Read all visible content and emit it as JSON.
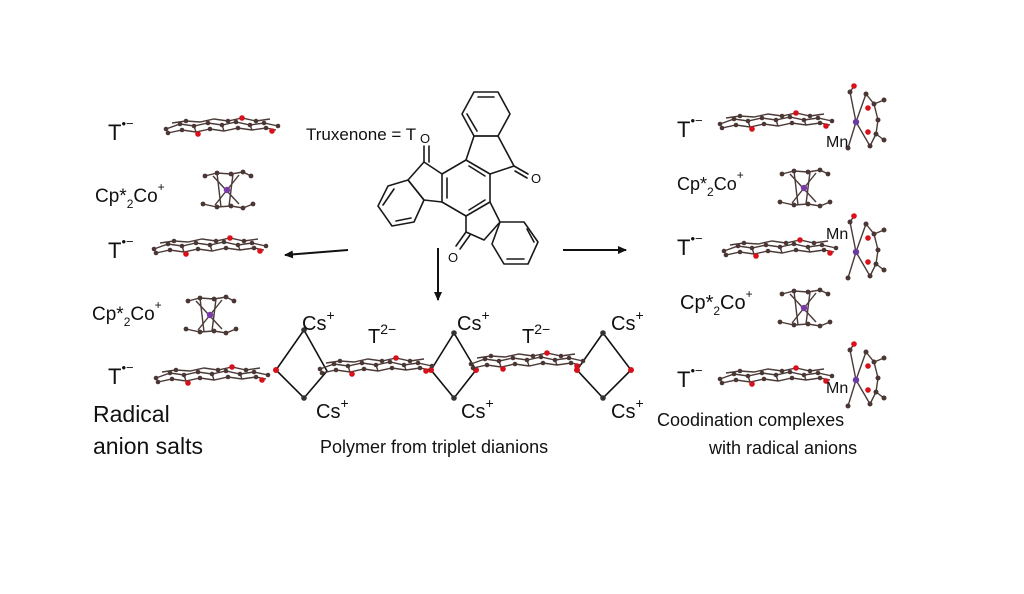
{
  "center": {
    "definition_name": "Truxenone",
    "definition_equals": " = ",
    "definition_symbol": "T",
    "polymer_caption": "Polymer from triplet dianions",
    "cs_label": "Cs",
    "cs_charge": "+",
    "dianion_label": "T",
    "dianion_charge": "2−",
    "oxygen_label": "O"
  },
  "left": {
    "radical_anion_label": "T",
    "radical_anion_charge": "•−",
    "cation_prefix": "Cp*",
    "cation_sub": "2",
    "cation_suffix": "Co",
    "cation_charge": "+",
    "caption_line1": "Radical",
    "caption_line2": "anion salts"
  },
  "right": {
    "radical_anion_label": "T",
    "radical_anion_charge": "•−",
    "metal_label": "Mn",
    "cation_prefix": "Cp*",
    "cation_sub": "2",
    "cation_suffix": "Co",
    "cation_charge": "+",
    "caption_line1": "Coodination complexes",
    "caption_line2": "with radical anions"
  },
  "colors": {
    "carbon": "#4a3632",
    "oxygen": "#d8101a",
    "cobalt": "#7a3aa8",
    "manganese": "#6a3aa0"
  }
}
